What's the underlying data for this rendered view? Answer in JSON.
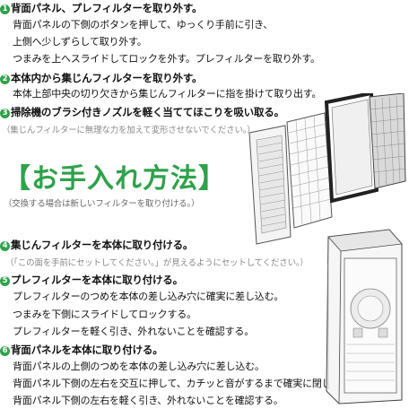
{
  "steps_top": [
    {
      "num": "1",
      "lines": [
        "背面パネル、プレフィルターを取り外す。",
        "背面パネルの下側のボタンを押して、ゆっくり手前に引き、",
        "上側へ少しずらして取り外す。",
        "つまみを上へスライドしてロックを外す。プレフィルターを取り外す。"
      ]
    },
    {
      "num": "2",
      "lines": [
        "本体内から集じんフィルターを取り外す。",
        "本体上部中央の切り欠きから集じんフィルターに指を掛けて取り出す。"
      ]
    },
    {
      "num": "3",
      "lines": [
        "掃除機のブラシ付きノズルを軽く当ててほこりを吸い取る。"
      ]
    }
  ],
  "note_top": "（集じんフィルターに無理な力を加えて変形させないでください。）",
  "title": "【お手入れ方法】",
  "title_note": "（交換する場合は新しいフィルターを取り付ける。）",
  "steps_bottom": [
    {
      "num": "4",
      "lines": [
        "集じんフィルターを本体に取り付ける。"
      ]
    },
    {
      "num": "5",
      "lines": [
        "プレフィルターを本体に取り付ける。",
        "プレフィルターのつめを本体の差し込み穴に確実に差し込む。",
        "つまみを下側にスライドしてロックする。",
        "プレフィルターを軽く引き、外れないことを確認する。"
      ]
    },
    {
      "num": "6",
      "lines": [
        "背面パネルを本体に取り付ける。",
        "背面パネルの上側のつめを本体の差し込み穴に差し込む。",
        "背面パネル下側の左右を交互に押して、カチッと音がするまで確実に閉じる。",
        "背面パネル下側の左右を軽く引き、外れないことを確認する。"
      ]
    }
  ],
  "note_bottom": "（「この面を手前にセットしてください。」が見えるようにセットしてください。）",
  "colors": {
    "accent": "#2fa24a",
    "note": "#888888"
  }
}
